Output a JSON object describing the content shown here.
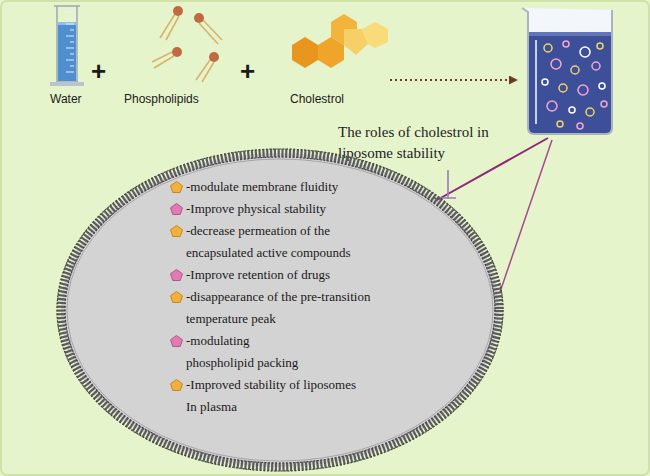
{
  "diagram": {
    "nodes": [
      {
        "text": [
          "-modulate membrane fluidity",
          "-Improve physical stability",
          "-decrease permeation of the encapsulated active compounds",
          "-Improve retention of drugs",
          "-disappearance of the pre-transition temperature peak",
          "-modulating phospholipid packing",
          "-Improved stability of liposomes In plasma"
        ]
      }
    ],
    "labels": [
      "Water",
      "+",
      "Phospholipids",
      "+",
      "Cholestrol",
      "The roles of cholestrol in liposome stability"
    ]
  }
}
